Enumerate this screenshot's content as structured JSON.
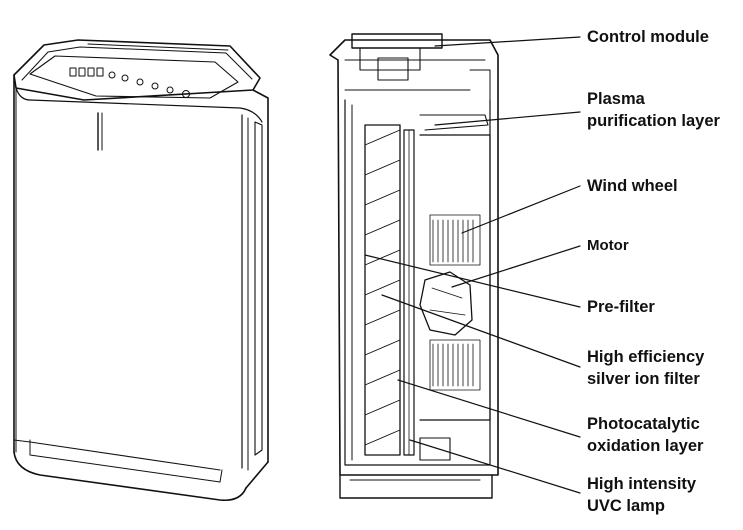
{
  "figure": {
    "labels": [
      {
        "id": "control-module",
        "lines": [
          "Control module"
        ]
      },
      {
        "id": "plasma-layer",
        "lines": [
          "Plasma",
          "purification layer"
        ]
      },
      {
        "id": "wind-wheel",
        "lines": [
          "Wind wheel"
        ]
      },
      {
        "id": "motor",
        "lines": [
          "Motor"
        ]
      },
      {
        "id": "pre-filter",
        "lines": [
          "Pre-filter"
        ]
      },
      {
        "id": "silver-ion-filter",
        "lines": [
          "High efficiency",
          "silver ion filter"
        ]
      },
      {
        "id": "photocatalytic-layer",
        "lines": [
          "Photocatalytic",
          "oxidation layer"
        ]
      },
      {
        "id": "uvc-lamp",
        "lines": [
          "High intensity",
          "UVC lamp"
        ]
      }
    ]
  }
}
